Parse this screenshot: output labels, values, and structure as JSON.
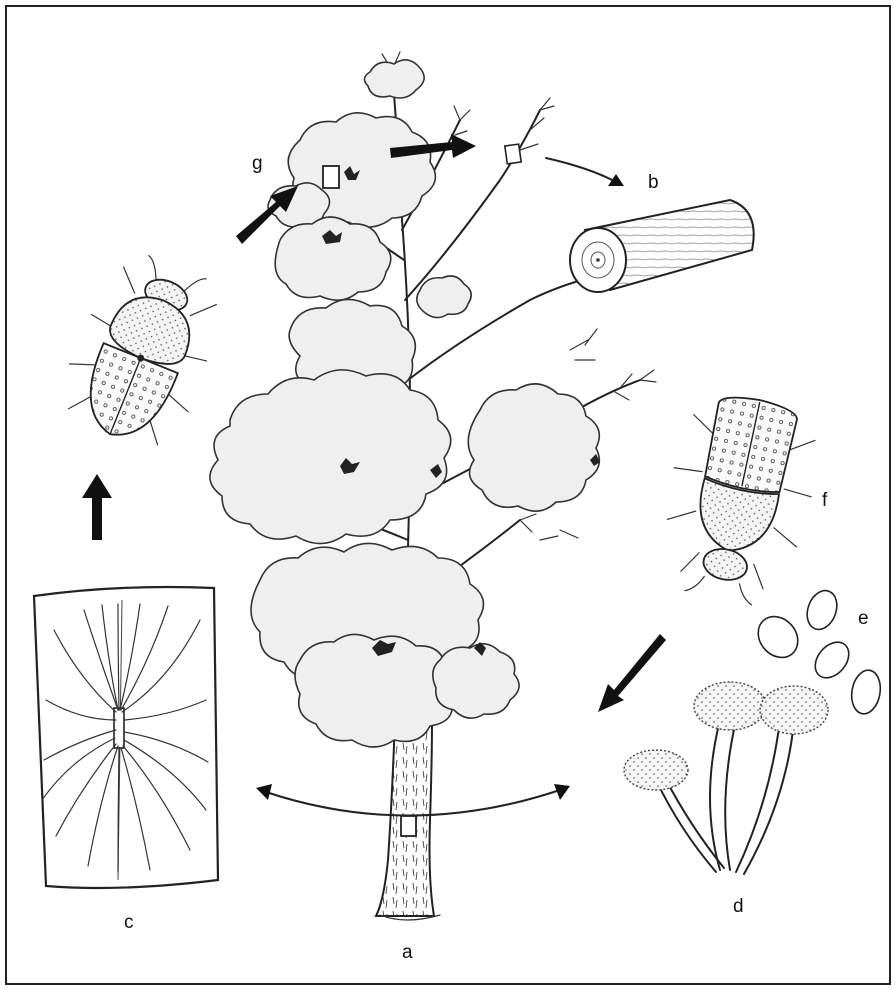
{
  "labels": {
    "a": "a",
    "b": "b",
    "c": "c",
    "d": "d",
    "e": "e",
    "f": "f",
    "g": "g"
  },
  "colors": {
    "ink": "#222222",
    "foliage_fill": "#efefef",
    "background": "#ffffff"
  }
}
